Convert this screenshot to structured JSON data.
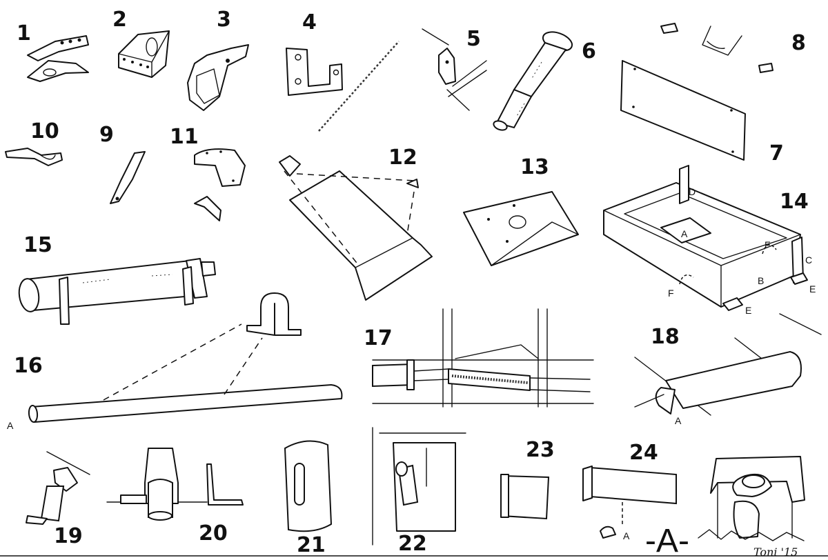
{
  "part_numbers": [
    "1",
    "2",
    "3",
    "4",
    "5",
    "6",
    "7",
    "8",
    "9",
    "10",
    "11",
    "12",
    "13",
    "14",
    "15",
    "16",
    "17",
    "18",
    "19",
    "20",
    "21",
    "22",
    "23",
    "24"
  ],
  "detail_letters": {
    "box_a": "A",
    "box_b": "B",
    "box_c": "C",
    "box_d": "D",
    "box_e1": "E",
    "box_e2": "E",
    "box_f1": "F",
    "box_f2": "F",
    "tube_a": "A",
    "pipe_a": "A",
    "bracket_a": "A"
  },
  "view_label": "-A-",
  "signature": "Toni '15"
}
